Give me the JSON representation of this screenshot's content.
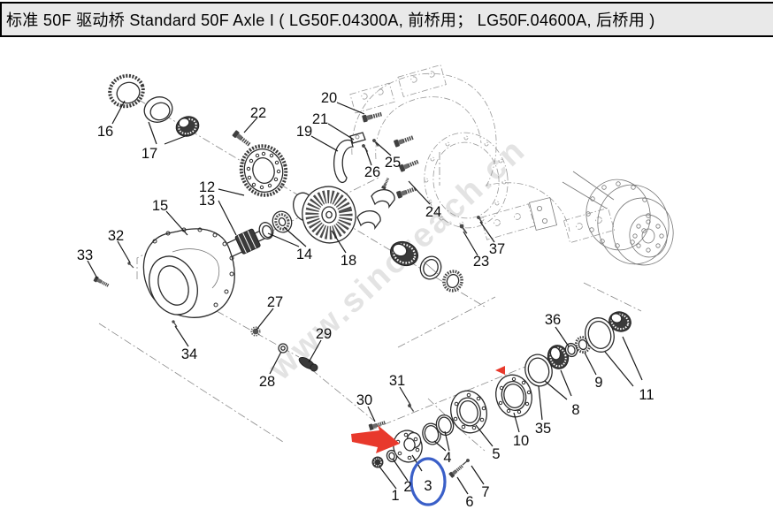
{
  "title": {
    "text": "标准  50F  驱动桥  Standard 50F Axle I ( LG50F.04300A,  前桥用；  LG50F.04600A,  后桥用  )"
  },
  "watermark": {
    "text": "www.sinoreach.cn"
  },
  "colors": {
    "highlight_blue": "#3a5fc8",
    "arrow_red": "#e8392c",
    "title_bg": "#e9e9e9",
    "part_line": "#2b2b2b",
    "phantom_line": "#999999"
  },
  "annotations": {
    "highlighted_part": "3",
    "arrow_points_to_part": "3",
    "triangle_marks_part": "10"
  },
  "parts": [
    {
      "num": "1"
    },
    {
      "num": "2"
    },
    {
      "num": "3"
    },
    {
      "num": "4"
    },
    {
      "num": "5"
    },
    {
      "num": "6"
    },
    {
      "num": "7"
    },
    {
      "num": "8"
    },
    {
      "num": "9"
    },
    {
      "num": "10"
    },
    {
      "num": "11"
    },
    {
      "num": "12"
    },
    {
      "num": "13"
    },
    {
      "num": "14"
    },
    {
      "num": "15"
    },
    {
      "num": "16"
    },
    {
      "num": "17"
    },
    {
      "num": "18"
    },
    {
      "num": "19"
    },
    {
      "num": "20"
    },
    {
      "num": "21"
    },
    {
      "num": "22"
    },
    {
      "num": "23"
    },
    {
      "num": "24"
    },
    {
      "num": "25"
    },
    {
      "num": "26"
    },
    {
      "num": "27"
    },
    {
      "num": "28"
    },
    {
      "num": "29"
    },
    {
      "num": "30"
    },
    {
      "num": "31"
    },
    {
      "num": "32"
    },
    {
      "num": "33"
    },
    {
      "num": "34"
    },
    {
      "num": "35"
    },
    {
      "num": "36"
    },
    {
      "num": "37"
    }
  ]
}
